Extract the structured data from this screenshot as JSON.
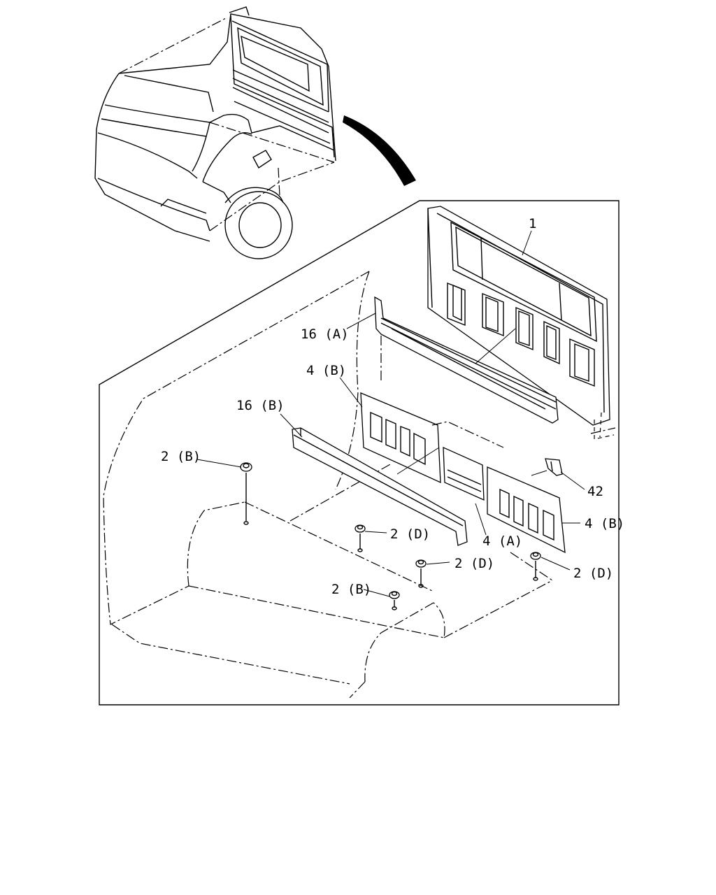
{
  "callouts": {
    "part_1": "1",
    "part_16a": "16 (A)",
    "part_4b_upper": "4 (B)",
    "part_16b": "16 (B)",
    "part_2b_left": "2 (B)",
    "part_42": "42",
    "part_4b_right": "4 (B)",
    "part_2d_center": "2 (D)",
    "part_4a": "4 (A)",
    "part_2d_mid": "2 (D)",
    "part_2d_right": "2 (D)",
    "part_2b_bottom": "2 (B)"
  }
}
